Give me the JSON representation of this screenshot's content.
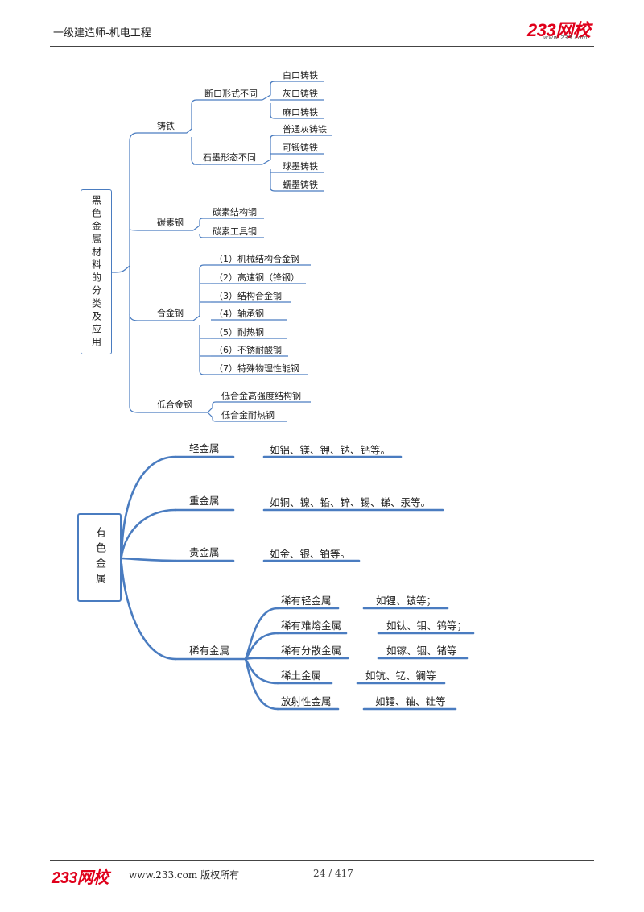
{
  "header": {
    "title": "一级建造师-机电工程",
    "logo": "233网校",
    "logo_url": "www.233.com"
  },
  "ferrous": {
    "root": "黑色金属材料的分类及应用",
    "branches": [
      {
        "label": "铸铁",
        "sub": [
          {
            "label": "断口形式不同",
            "leaves": [
              "白口铸铁",
              "灰口铸铁",
              "麻口铸铁"
            ]
          },
          {
            "label": "石墨形态不同",
            "leaves": [
              "普通灰铸铁",
              "可锻铸铁",
              "球墨铸铁",
              "蠕墨铸铁"
            ]
          }
        ]
      },
      {
        "label": "碳素钢",
        "leaves": [
          "碳素结构钢",
          "碳素工具钢"
        ]
      },
      {
        "label": "合金钢",
        "leaves": [
          "（1）机械结构合金钢",
          "（2）高速钢（锋钢）",
          "（3）结构合金钢",
          "（4）轴承钢",
          "（5）耐热钢",
          "（6）不锈耐酸钢",
          "（7）特殊物理性能钢"
        ]
      },
      {
        "label": "低合金钢",
        "leaves": [
          "低合金高强度结构钢",
          "低合金耐热钢"
        ]
      }
    ]
  },
  "nonferrous": {
    "root": "有色金属",
    "branches": [
      {
        "label": "轻金属",
        "example": "如铝、镁、钾、钠、钙等。"
      },
      {
        "label": "重金属",
        "example": "如铜、镍、铅、锌、锡、锑、汞等。"
      },
      {
        "label": "贵金属",
        "example": "如金、银、铂等。"
      },
      {
        "label": "稀有金属",
        "sub": [
          {
            "label": "稀有轻金属",
            "example": "如锂、铍等；"
          },
          {
            "label": "稀有难熔金属",
            "example": "如钛、钼、钨等；"
          },
          {
            "label": "稀有分散金属",
            "example": "如镓、铟、锗等"
          },
          {
            "label": "稀土金属",
            "example": "如钪、钇、镧等"
          },
          {
            "label": "放射性金属",
            "example": "如镭、铀、钍等"
          }
        ]
      }
    ]
  },
  "footer": {
    "logo": "233网校",
    "copyright": "www.233.com 版权所有",
    "page": "24 / 417"
  },
  "colors": {
    "accent_line": "#4a7cc0",
    "brand_red": "#e0001b"
  }
}
